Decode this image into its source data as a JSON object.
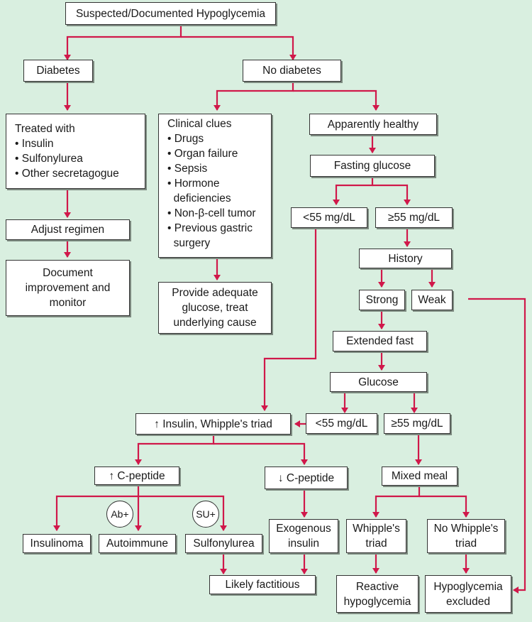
{
  "title": "Suspected/Documented Hypoglycemia",
  "colors": {
    "background": "#d9efe0",
    "arrow": "#d0184a",
    "box_border": "#333333",
    "box_fill": "#ffffff"
  },
  "nodes": {
    "root": "Suspected/Documented Hypoglycemia",
    "diabetes": "Diabetes",
    "no_diabetes": "No diabetes",
    "treated": {
      "heading": "Treated with",
      "items": [
        "• Insulin",
        "• Sulfonylurea",
        "• Other secretagogue"
      ]
    },
    "adjust": "Adjust regimen",
    "document": [
      "Document",
      "improvement and",
      "monitor"
    ],
    "clinical": {
      "heading": "Clinical clues",
      "items": [
        "• Drugs",
        "• Organ failure",
        "• Sepsis",
        "• Hormone",
        "  deficiencies",
        "• Non-β-cell tumor",
        "• Previous gastric",
        "  surgery"
      ]
    },
    "provide": [
      "Provide adequate",
      "glucose, treat",
      "underlying cause"
    ],
    "healthy": "Apparently healthy",
    "fasting": "Fasting glucose",
    "lt55_a": "<55 mg/dL",
    "ge55_a": "≥55 mg/dL",
    "history": "History",
    "strong": "Strong",
    "weak": "Weak",
    "extended": "Extended fast",
    "glucose": "Glucose",
    "insulin_whipple": "↑ Insulin, Whipple's triad",
    "lt55_b": "<55 mg/dL",
    "ge55_b": "≥55 mg/dL",
    "cpep_up": "↑ C-peptide",
    "cpep_down": "↓ C-peptide",
    "mixed": "Mixed meal",
    "ab": "Ab+",
    "su": "SU+",
    "insulinoma": "Insulinoma",
    "autoimmune": "Autoimmune",
    "sulfonylurea": "Sulfonylurea",
    "exogenous": [
      "Exogenous",
      "insulin"
    ],
    "whipple": [
      "Whipple's",
      "triad"
    ],
    "no_whipple": [
      "No Whipple's",
      "triad"
    ],
    "factitious": "Likely factitious",
    "reactive": [
      "Reactive",
      "hypoglycemia"
    ],
    "excluded": [
      "Hypoglycemia",
      "excluded"
    ]
  }
}
